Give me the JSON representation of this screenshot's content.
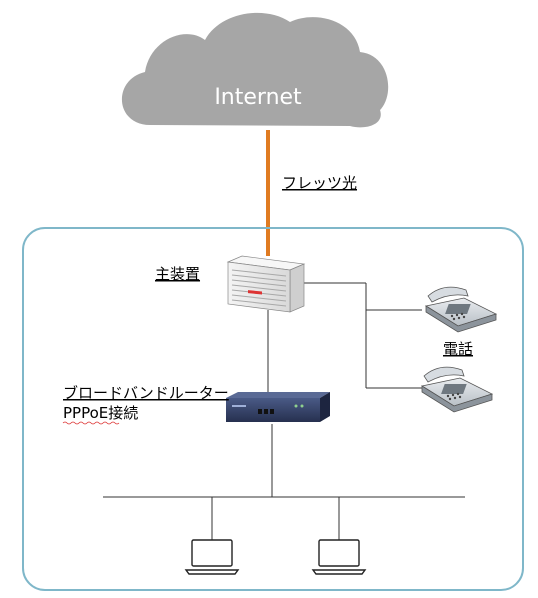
{
  "cloud": {
    "label": "Internet",
    "color": "#a6a6a6"
  },
  "links": {
    "fiber_label": "フレッツ光",
    "fiber_color": "#e07b21"
  },
  "devices": {
    "pbx_label": "主装置",
    "phone_label": "電話",
    "router_label_1": "ブロードバンドルーター",
    "router_label_2": "PPPoE接続"
  },
  "frame": {
    "border_color": "#7fb7c9"
  }
}
